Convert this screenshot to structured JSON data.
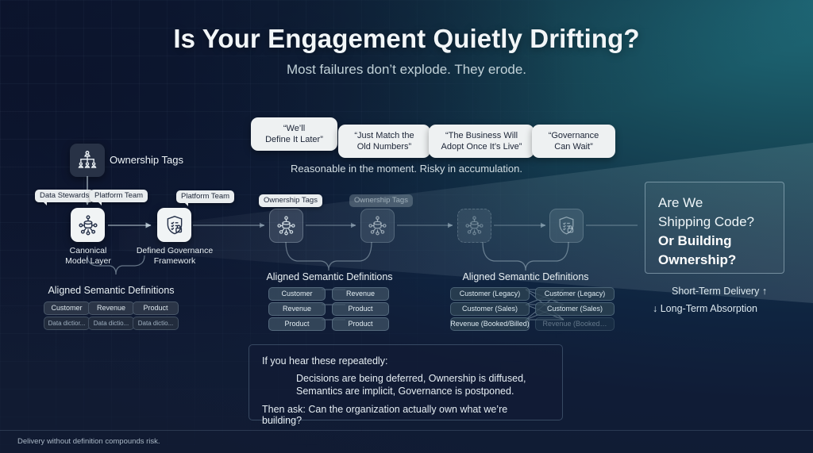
{
  "header": {
    "title": "Is Your Engagement Quietly Drifting?",
    "subtitle": "Most failures don’t explode. They erode."
  },
  "quotes": {
    "items": [
      "“We’ll\nDefine It Later”",
      "“Just Match the\nOld Numbers”",
      "“The Business Will\nAdopt Once It’s Live”",
      "“Governance\nCan Wait”"
    ],
    "caption": "Reasonable in the moment. Risky in accumulation."
  },
  "diagram": {
    "ownership_tags_label": "Ownership Tags",
    "owner_tags": [
      "Data Stewards",
      "Platform Team",
      "Platform Team"
    ],
    "nodes": [
      {
        "name": "org-chart-icon",
        "label": ""
      },
      {
        "name": "data-model-icon",
        "label": "Canonical\nModel Layer"
      },
      {
        "name": "shield-lock-icon",
        "label": "Defined Governance\nFramework"
      },
      {
        "name": "data-model-icon",
        "label": ""
      },
      {
        "name": "data-model-icon",
        "label": ""
      },
      {
        "name": "data-model-icon",
        "label": ""
      },
      {
        "name": "shield-lock-icon",
        "label": ""
      }
    ],
    "stage_tags": [
      "Ownership Tags",
      "Ownership Tags"
    ],
    "group_label": "Aligned Semantic Definitions",
    "groups": [
      {
        "label": "Aligned Semantic Definitions",
        "rows": [
          {
            "top": "Customer",
            "sub": "Data dictior..."
          },
          {
            "top": "Revenue",
            "sub": "Data dictio..."
          },
          {
            "top": "Product",
            "sub": "Data dictio..."
          }
        ]
      },
      {
        "label": "Aligned Semantic Definitions",
        "pairs": [
          [
            "Customer",
            "Revenue"
          ],
          [
            "Revenue",
            "Product"
          ],
          [
            "Product",
            "Product"
          ]
        ]
      },
      {
        "label": "Aligned Semantic Definitions",
        "pairs": [
          [
            "Customer (Legacy)",
            "Customer (Legacy)"
          ],
          [
            "Customer (Sales)",
            "Customer (Sales)"
          ],
          [
            "Revenue (Booked/Billed)",
            "Revenue (Booked…"
          ]
        ]
      }
    ]
  },
  "callout": {
    "line1": "Are We",
    "line2": "Shipping Code?",
    "line3": "Or Building",
    "line4": "Ownership?",
    "kpi_up": "Short-Term Delivery ↑",
    "kpi_down": "↓ Long-Term Absorption"
  },
  "bottom_box": {
    "heading": "If you hear these repeatedly:",
    "line_a": "Decisions are being deferred, Ownership is diffused,",
    "line_b": "Semantics are implicit, Governance is postponed.",
    "footer": "Then ask: Can the organization actually own what we’re building?"
  },
  "footer": {
    "note": "Delivery without definition compounds risk."
  },
  "colors": {
    "bg_navy": "#131f3d",
    "bg_teal": "#1d6170",
    "chip_light": "#eef1f2",
    "text_light": "#eaf1f4"
  }
}
